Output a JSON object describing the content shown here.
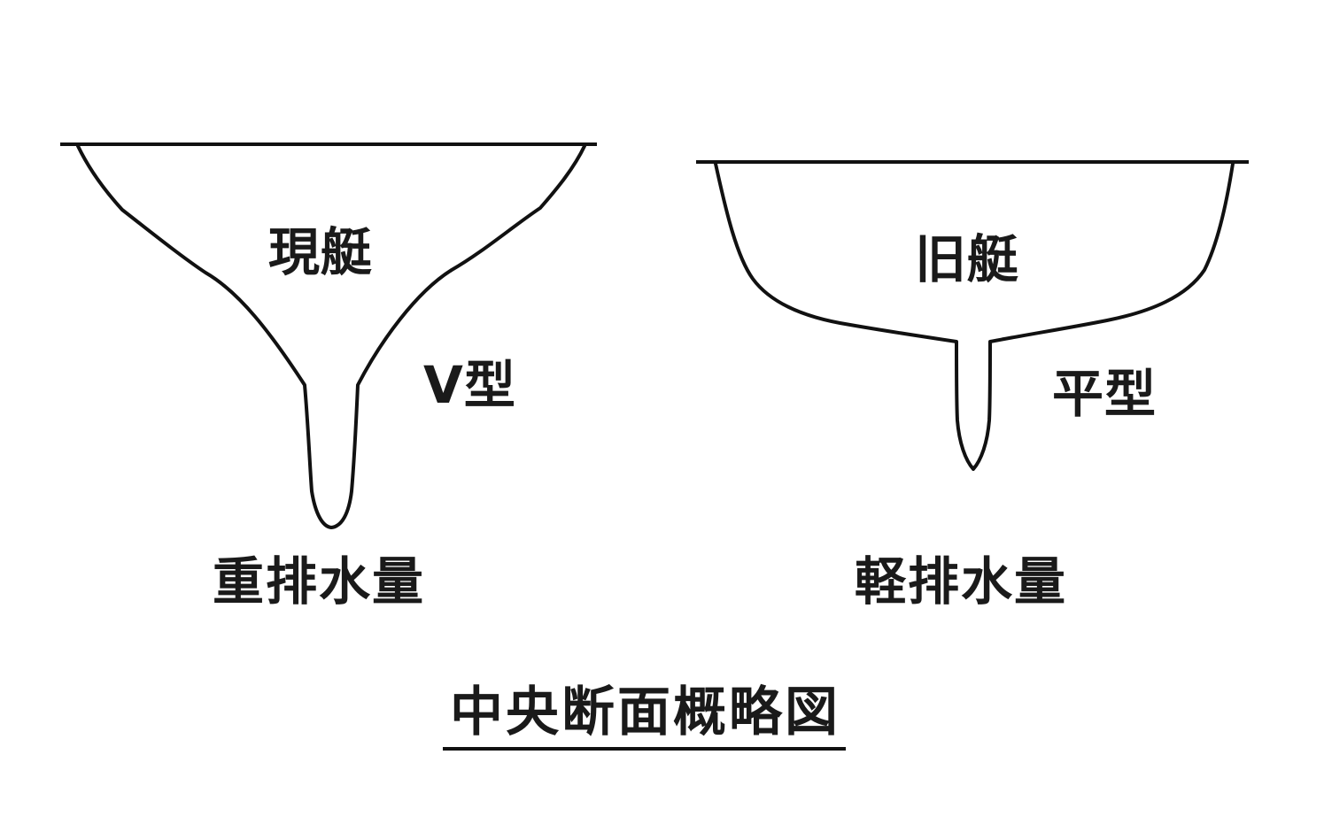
{
  "diagram": {
    "caption": "中央断面概略図",
    "left_hull": {
      "name": "現艇",
      "type": "V型",
      "displacement": "重排水量"
    },
    "right_hull": {
      "name": "旧艇",
      "type": "平型",
      "displacement": "軽排水量"
    },
    "colors": {
      "line": "#111111",
      "text": "#1a1a1a",
      "background": "#ffffff"
    }
  }
}
